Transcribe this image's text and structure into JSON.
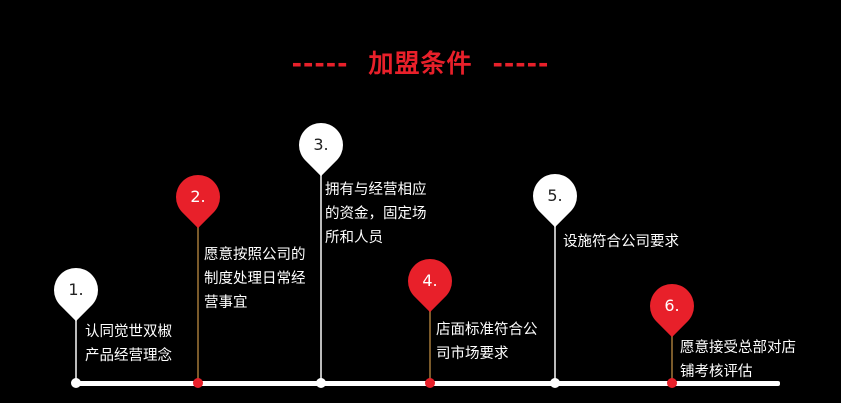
{
  "title": {
    "dash_left": "-----",
    "text": "加盟条件",
    "dash_right": "-----"
  },
  "colors": {
    "accent": "#e8202a",
    "pin_light": "#ffffff"
  },
  "steps": [
    {
      "number": "1.",
      "lines": [
        "认同觉世双椒",
        "产品经营理念"
      ],
      "style": "light"
    },
    {
      "number": "2.",
      "lines": [
        "愿意按照公司的",
        "制度处理日常经",
        "营事宜"
      ],
      "style": "red"
    },
    {
      "number": "3.",
      "lines": [
        "拥有与经营相应",
        "的资金，固定场",
        "所和人员"
      ],
      "style": "light"
    },
    {
      "number": "4.",
      "lines": [
        "店面标准符合公",
        "司市场要求"
      ],
      "style": "red"
    },
    {
      "number": "5.",
      "lines": [
        "设施符合公司要求"
      ],
      "style": "light"
    },
    {
      "number": "6.",
      "lines": [
        "愿意接受总部对店",
        "铺考核评估"
      ],
      "style": "red"
    }
  ]
}
